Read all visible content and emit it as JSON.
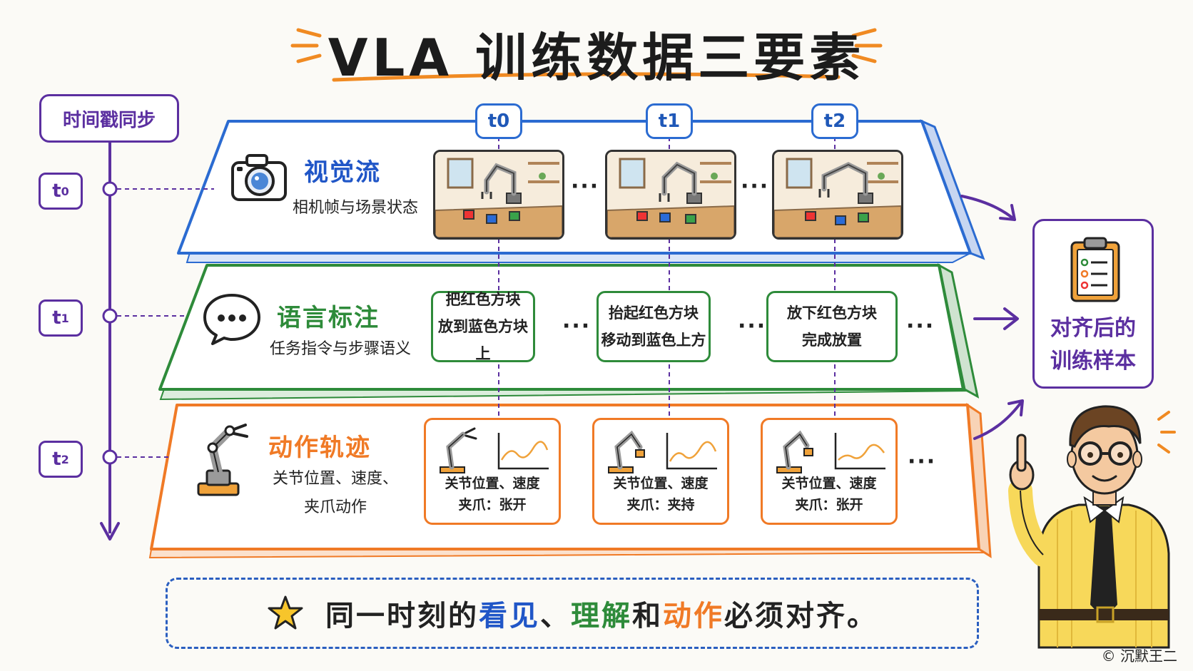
{
  "title": "VLA 训练数据三要素",
  "timeline": {
    "header": "时间戳同步",
    "ticks": [
      {
        "base": "t",
        "sub": "0"
      },
      {
        "base": "t",
        "sub": "1"
      },
      {
        "base": "t",
        "sub": "2"
      }
    ]
  },
  "time_labels": [
    "t0",
    "t1",
    "t2"
  ],
  "ellipsis": "···",
  "rows": {
    "vision": {
      "title": "视觉流",
      "subtitle": "相机帧与场景状态",
      "color": "#2b6bd1"
    },
    "language": {
      "title": "语言标注",
      "subtitle": "任务指令与步骤语义",
      "color": "#2e8b3a",
      "cards": [
        [
          "把红色方块",
          "放到蓝色方块上"
        ],
        [
          "抬起红色方块",
          "移动到蓝色上方"
        ],
        [
          "放下红色方块",
          "完成放置"
        ]
      ]
    },
    "action": {
      "title": "动作轨迹",
      "subtitle_lines": [
        "关节位置、速度、",
        "夹爪动作"
      ],
      "color": "#f07a26",
      "cards": [
        [
          "关节位置、速度",
          "夹爪：张开"
        ],
        [
          "关节位置、速度",
          "夹爪：夹持"
        ],
        [
          "关节位置、速度",
          "夹爪：张开"
        ]
      ]
    }
  },
  "result": {
    "lines": [
      "对齐后的",
      "训练样本"
    ]
  },
  "summary": {
    "parts": [
      {
        "text": "同一时刻的",
        "style": "plain"
      },
      {
        "text": "看见",
        "style": "blue"
      },
      {
        "text": "、",
        "style": "plain"
      },
      {
        "text": "理解",
        "style": "green"
      },
      {
        "text": "和",
        "style": "plain"
      },
      {
        "text": "动作",
        "style": "orange"
      },
      {
        "text": "必须对齐。",
        "style": "plain"
      }
    ]
  },
  "copyright": "© 沉默王二",
  "colors": {
    "purple": "#5b2fa0",
    "blue": "#2b6bd1",
    "green": "#2e8b3a",
    "orange": "#f07a26"
  }
}
